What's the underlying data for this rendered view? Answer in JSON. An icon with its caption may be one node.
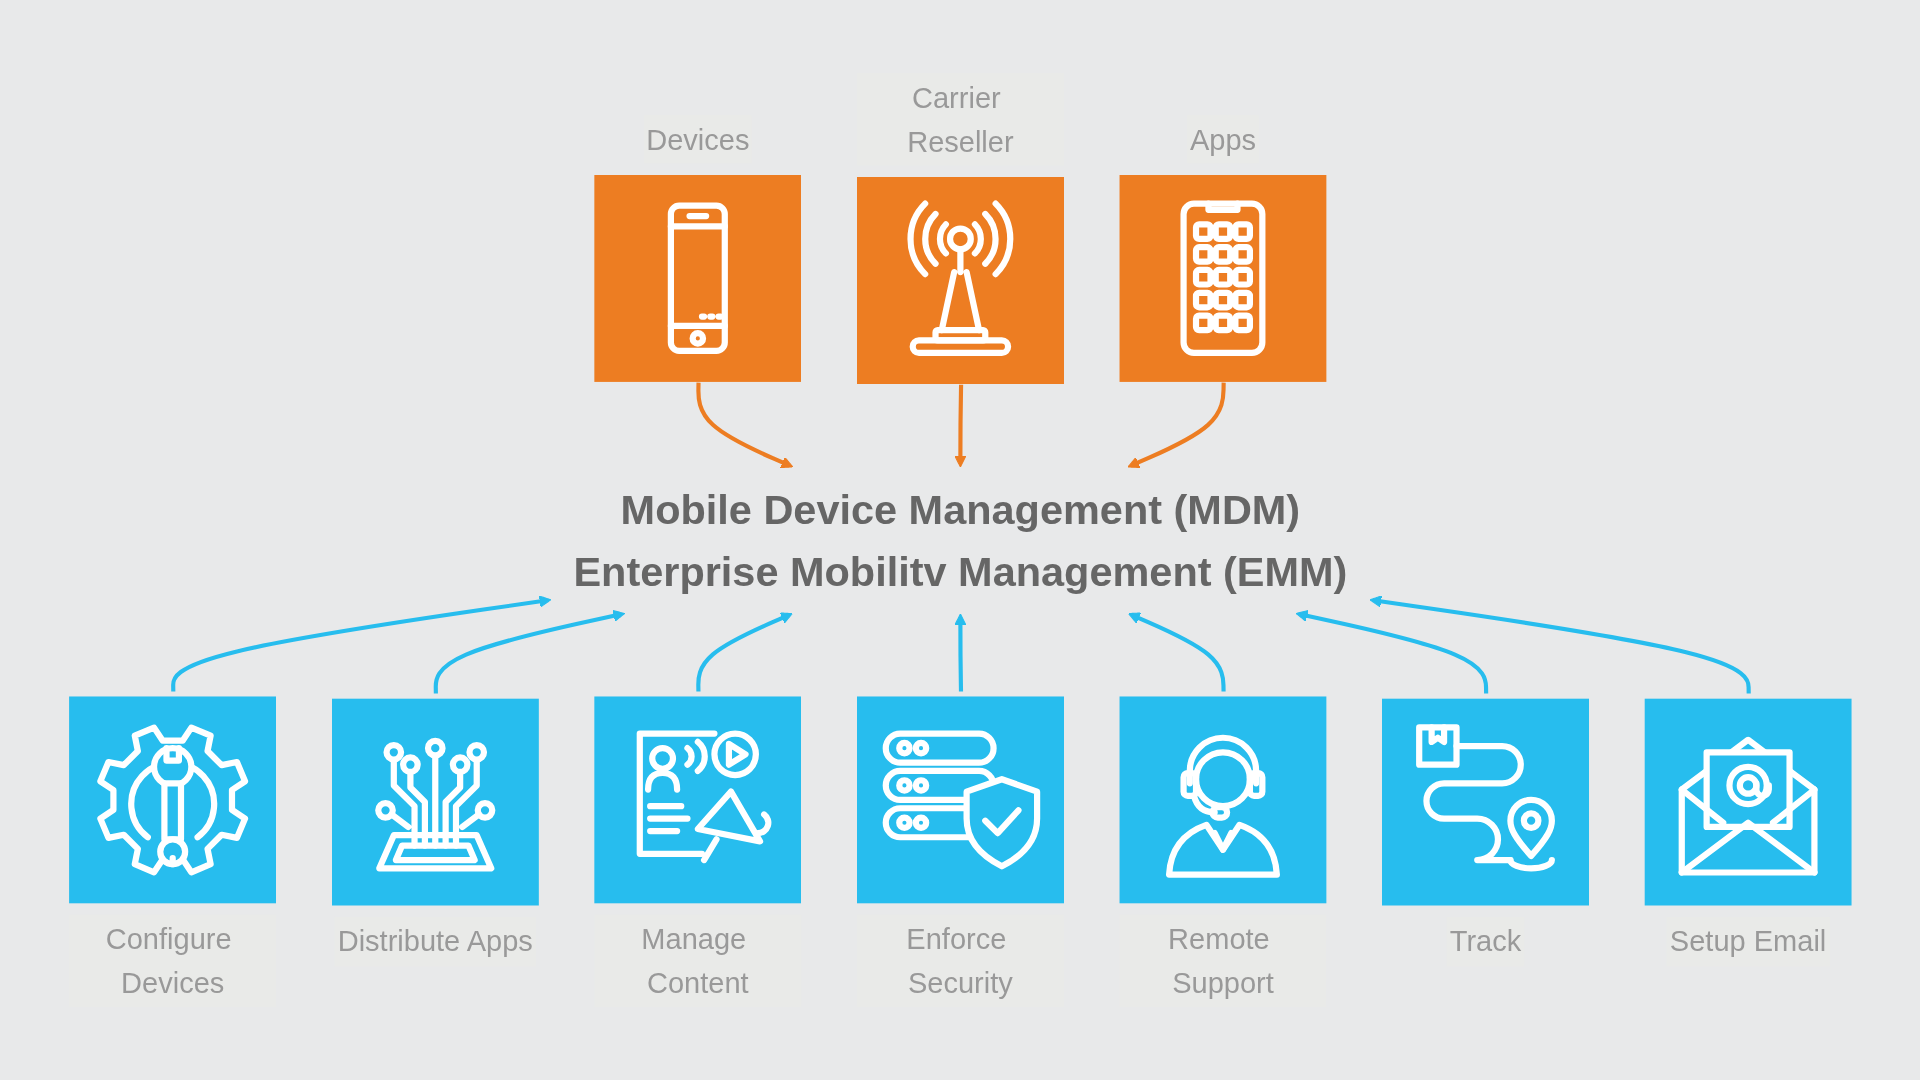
{
  "diagram": {
    "nodes": [
      {
        "text": [
          "Devices"
        ]
      },
      {
        "text": [
          "Carrier Reseller"
        ]
      },
      {
        "text": [
          "Apps"
        ]
      },
      {
        "text": [
          "Mobile Device Management (MDM)",
          "Enterprise Mobilitv Management (EMM)"
        ]
      },
      {
        "text": [
          "Configure Devices"
        ]
      },
      {
        "text": [
          "Distribute Apps"
        ]
      },
      {
        "text": [
          "Manage Content"
        ]
      },
      {
        "text": [
          "Enforce Security"
        ]
      },
      {
        "text": [
          "Remote Support"
        ]
      },
      {
        "text": [
          "Track"
        ]
      },
      {
        "text": [
          "Setup Email"
        ]
      }
    ],
    "edges": [
      {
        "from": 0,
        "to": 3,
        "arrow": "to",
        "color": "#ed7d22"
      },
      {
        "from": 1,
        "to": 3,
        "arrow": "to",
        "color": "#ed7d22"
      },
      {
        "from": 2,
        "to": 3,
        "arrow": "to",
        "color": "#ed7d22"
      },
      {
        "from": 4,
        "to": 3,
        "arrow": "to",
        "color": "#27bdee"
      },
      {
        "from": 5,
        "to": 3,
        "arrow": "to",
        "color": "#27bdee"
      },
      {
        "from": 6,
        "to": 3,
        "arrow": "to",
        "color": "#27bdee"
      },
      {
        "from": 7,
        "to": 3,
        "arrow": "to",
        "color": "#27bdee"
      },
      {
        "from": 8,
        "to": 3,
        "arrow": "to",
        "color": "#27bdee"
      },
      {
        "from": 9,
        "to": 3,
        "arrow": "to",
        "color": "#27bdee"
      },
      {
        "from": 10,
        "to": 3,
        "arrow": "to",
        "color": "#27bdee"
      }
    ]
  }
}
